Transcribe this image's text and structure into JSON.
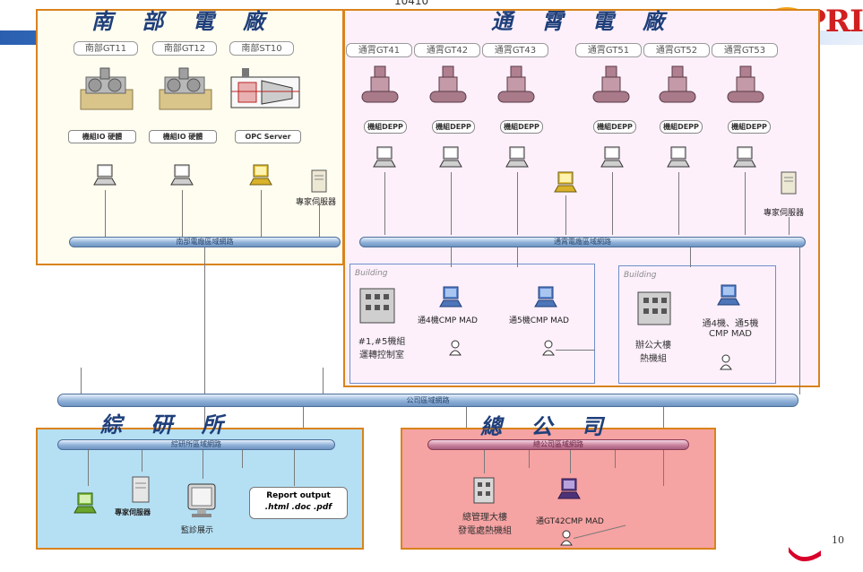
{
  "header": {
    "top_number": "10410"
  },
  "logo": {
    "text": "TPRI"
  },
  "south": {
    "title": "南 部 電 廠",
    "units": [
      "南部GT11",
      "南部GT12",
      "南部ST10"
    ],
    "io_labels": [
      "機組IO 硬體",
      "機組IO 硬體",
      "OPC Server"
    ],
    "expert_label": "專家伺服器",
    "bus_label": "南部電廠區域網路"
  },
  "tx": {
    "title": "通 霄 電 廠",
    "units": [
      "通霄GT41",
      "通霄GT42",
      "通霄GT43",
      "通霄GT51",
      "通霄GT52",
      "通霄GT53"
    ],
    "depp_labels": [
      "機組DEPP",
      "機組DEPP",
      "機組DEPP",
      "機組DEPP",
      "機組DEPP",
      "機組DEPP"
    ],
    "expert_label": "專家伺服器",
    "bus_label": "通霄電廠區域網路",
    "building_label": "Building",
    "room1": "#1,#5機組\n運轉控制室",
    "mad1": "通4機CMP MAD",
    "mad2": "通5機CMP MAD",
    "office": "辦公大樓\n熱機組",
    "mad3": "通4機、通5機\nCMP MAD"
  },
  "company_bus": {
    "label": "公司區域網路"
  },
  "lab": {
    "title": "綜 研 所",
    "bus_label": "綜研所區域網路",
    "expert_label": "專家伺服器",
    "monitor_label": "監診展示",
    "report_line1": "Report output",
    "report_line2": ".html .doc .pdf"
  },
  "hq": {
    "title": "總 公 司",
    "bus_label": "總公司區域網路",
    "building_label": "總管理大樓\n發電處熱機組",
    "mad_label": "通GT42CMP MAD"
  },
  "footer": {
    "page_number": "10"
  }
}
